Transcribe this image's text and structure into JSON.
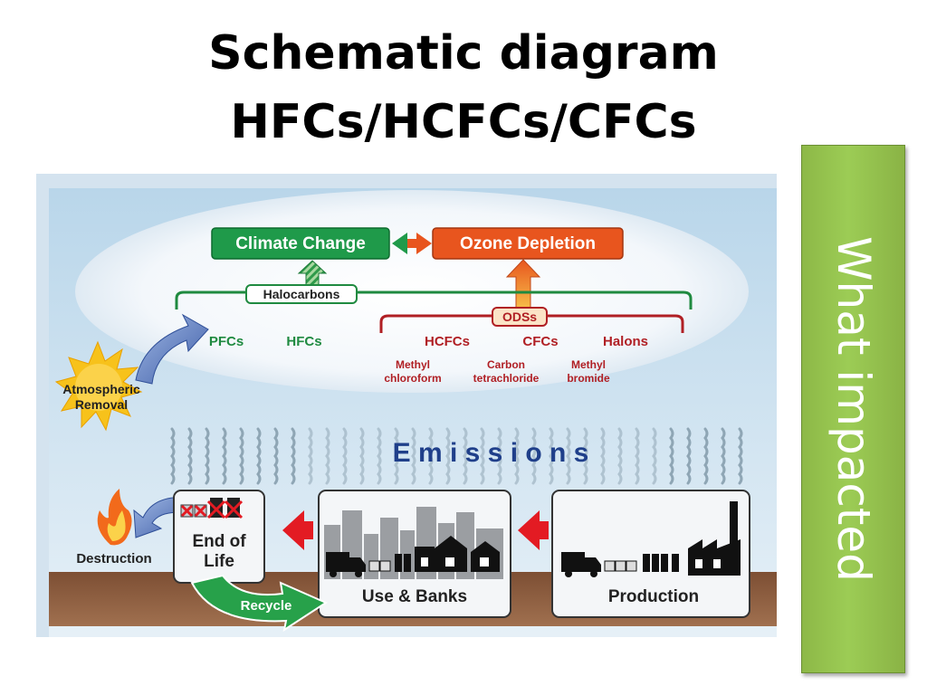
{
  "title": {
    "line1": "Schematic diagram",
    "line2": "HFCs/HCFCs/CFCs"
  },
  "side_panel": {
    "text": "What impacted",
    "color": "#9ccc55"
  },
  "diagram": {
    "effects": {
      "climate_change": "Climate Change",
      "ozone_depletion": "Ozone Depletion"
    },
    "groups": {
      "halocarbons": "Halocarbons",
      "odss": "ODSs"
    },
    "compounds": {
      "pfcs": "PFCs",
      "hfcs": "HFCs",
      "hcfcs": "HCFCs",
      "cfcs": "CFCs",
      "halons": "Halons",
      "methyl_chloroform": [
        "Methyl",
        "chloroform"
      ],
      "carbon_tetrachloride": [
        "Carbon",
        "tetrachloride"
      ],
      "methyl_bromide": [
        "Methyl",
        "bromide"
      ]
    },
    "atmospheric_removal": [
      "Atmospheric",
      "Removal"
    ],
    "emissions": "E m i s s i o n s",
    "stages": {
      "destruction": "Destruction",
      "end_of_life": [
        "End of",
        "Life"
      ],
      "recycle": "Recycle",
      "use_banks": "Use & Banks",
      "production": "Production"
    },
    "colors": {
      "climate_green": "#1f9a4a",
      "ozone_orange": "#e8551e",
      "ods_red": "#b01f24",
      "emissions_blue": "#1f3f8a",
      "ground_brown": "#8a5a3c",
      "arrow_red": "#e31b23"
    }
  }
}
